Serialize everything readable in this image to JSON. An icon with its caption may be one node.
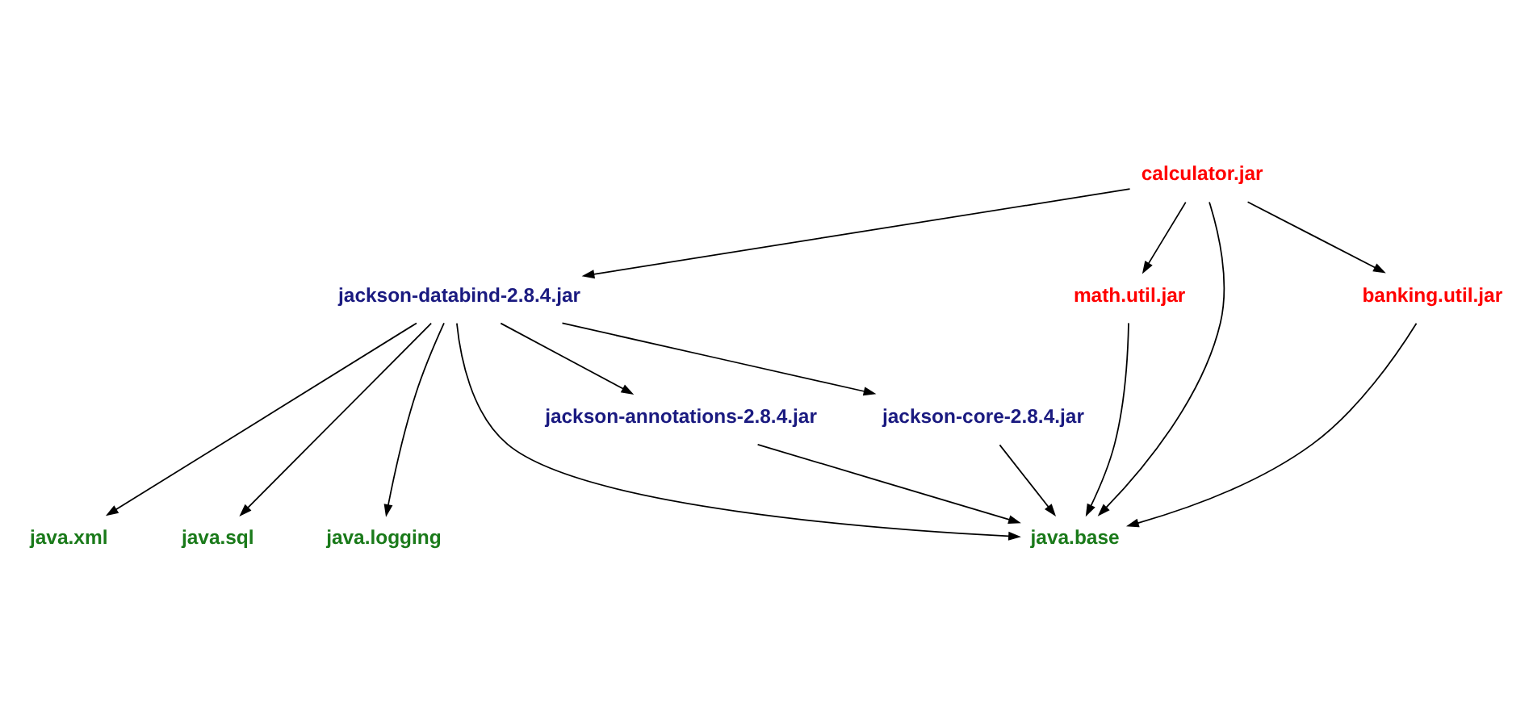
{
  "diagram": {
    "nodes": [
      {
        "text": [
          "calculator.jar"
        ]
      },
      {
        "text": [
          "banking.util.jar"
        ]
      },
      {
        "text": [
          "jackson-databind-2.8.4.jar"
        ]
      },
      {
        "text": [
          "math.util.jar"
        ]
      },
      {
        "text": [
          "jackson-annotations-2.8.4.jar"
        ]
      },
      {
        "text": [
          "jackson-core-2.8.4.jar"
        ]
      },
      {
        "text": [
          "java.xml"
        ]
      },
      {
        "text": [
          "java.sql"
        ]
      },
      {
        "text": [
          "java.base"
        ]
      },
      {
        "text": [
          "java.logging"
        ]
      }
    ],
    "edges": [
      {
        "from": 0,
        "to": 1,
        "arrow": "to"
      },
      {
        "from": 0,
        "to": 2,
        "arrow": "to"
      },
      {
        "from": 0,
        "to": 3,
        "arrow": "to"
      },
      {
        "from": 0,
        "to": 8,
        "arrow": "to"
      },
      {
        "from": 1,
        "to": 8,
        "arrow": "to"
      },
      {
        "from": 2,
        "to": 4,
        "arrow": "to"
      },
      {
        "from": 2,
        "to": 5,
        "arrow": "to"
      },
      {
        "from": 2,
        "to": 6,
        "arrow": "to"
      },
      {
        "from": 2,
        "to": 7,
        "arrow": "to"
      },
      {
        "from": 2,
        "to": 8,
        "arrow": "to"
      },
      {
        "from": 2,
        "to": 9,
        "arrow": "to"
      },
      {
        "from": 4,
        "to": 8,
        "arrow": "to"
      },
      {
        "from": 5,
        "to": 8,
        "arrow": "to"
      },
      {
        "from": 3,
        "to": 8,
        "arrow": "to"
      }
    ]
  }
}
